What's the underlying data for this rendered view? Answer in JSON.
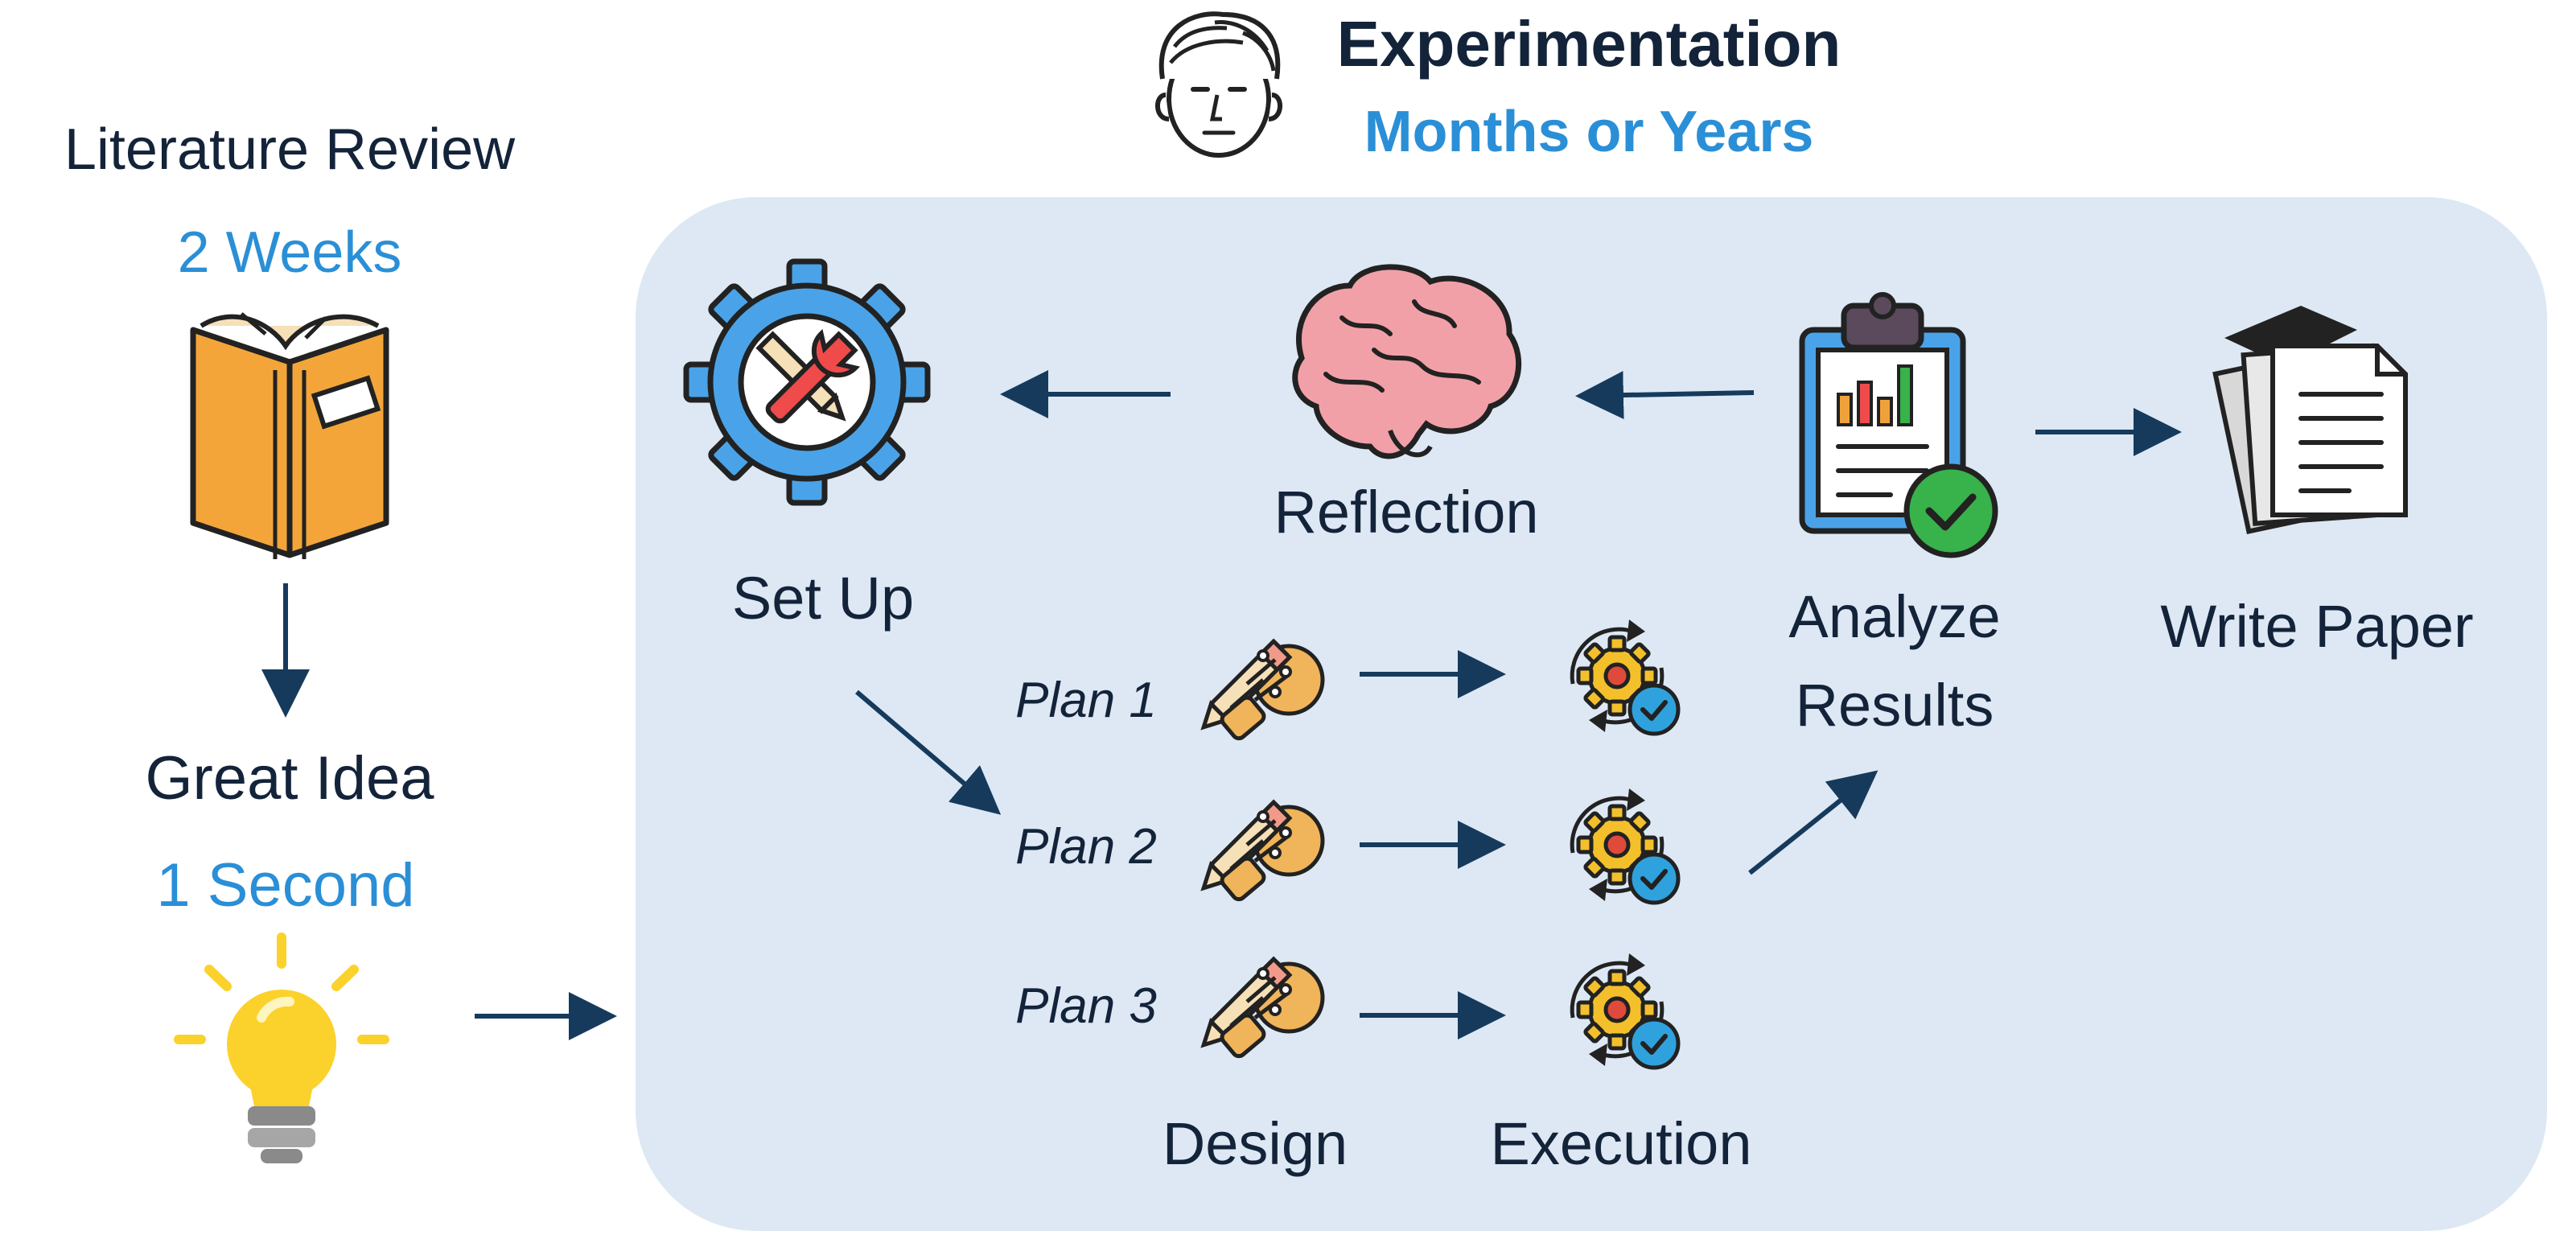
{
  "header": {
    "title": "Experimentation",
    "duration": "Months or Years",
    "icon": "scientist-face-icon"
  },
  "left_column": {
    "literature_review": {
      "label": "Literature Review",
      "duration": "2 Weeks",
      "icon": "open-book-icon"
    },
    "great_idea": {
      "label": "Great Idea",
      "duration": "1 Second",
      "icon": "light-bulb-icon"
    }
  },
  "stages": {
    "setup": {
      "label": "Set Up",
      "icon": "gear-tools-icon"
    },
    "reflection": {
      "label": "Reflection",
      "icon": "brain-icon"
    },
    "analyze": {
      "label_line1": "Analyze",
      "label_line2": "Results",
      "icon": "clipboard-chart-icon"
    },
    "write": {
      "label": "Write Paper",
      "icon": "papers-icon"
    },
    "design": {
      "label": "Design",
      "icon": "pencil-bulb-icon"
    },
    "execution": {
      "label": "Execution",
      "icon": "gear-check-icon"
    }
  },
  "plans": [
    "Plan 1",
    "Plan 2",
    "Plan 3"
  ],
  "colors": {
    "panel": "#dde8f4",
    "text": "#132339",
    "accent_blue": "#2a8fd6",
    "arrow": "#163a5c",
    "gear_blue": "#4aa3e8",
    "book_orange": "#f4a53a",
    "bulb_yellow": "#fbd22c",
    "brain_pink": "#f2a0a8"
  }
}
